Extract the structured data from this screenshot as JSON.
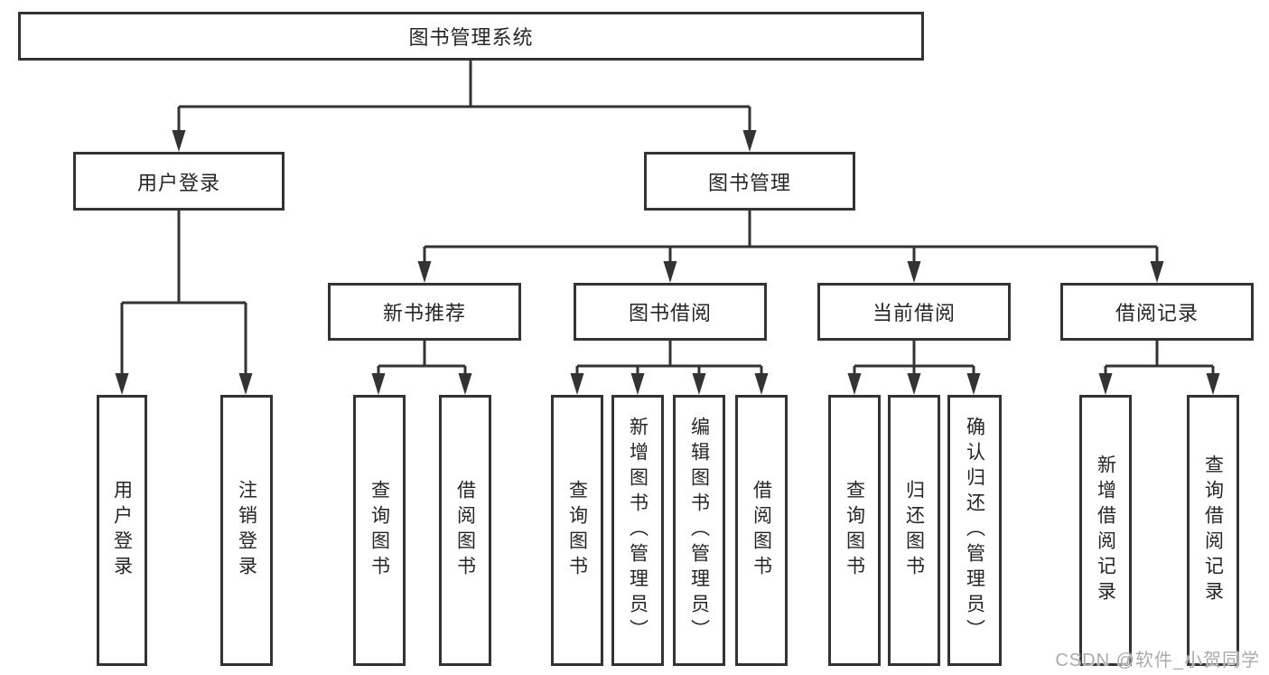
{
  "diagram_type": "functional-structure-tree",
  "tree": {
    "label": "图书管理系统",
    "children": [
      {
        "label": "用户登录",
        "children": [
          {
            "label": "用户登录"
          },
          {
            "label": "注销登录"
          }
        ]
      },
      {
        "label": "图书管理",
        "children": [
          {
            "label": "新书推荐",
            "children": [
              {
                "label": "查询图书"
              },
              {
                "label": "借阅图书"
              }
            ]
          },
          {
            "label": "图书借阅",
            "children": [
              {
                "label": "查询图书"
              },
              {
                "label": "新增图书（管理员）"
              },
              {
                "label": "编辑图书（管理员）"
              },
              {
                "label": "借阅图书"
              }
            ]
          },
          {
            "label": "当前借阅",
            "children": [
              {
                "label": "查询图书"
              },
              {
                "label": "归还图书"
              },
              {
                "label": "确认归还（管理员）"
              }
            ]
          },
          {
            "label": "借阅记录",
            "children": [
              {
                "label": "新增借阅记录"
              },
              {
                "label": "查询借阅记录"
              }
            ]
          }
        ]
      }
    ]
  },
  "watermark": "CSDN @软件_小贺同学",
  "colors": {
    "line": "#333333",
    "box_border": "#333333",
    "text": "#262626",
    "background": "#ffffff",
    "watermark": "#ababab"
  }
}
